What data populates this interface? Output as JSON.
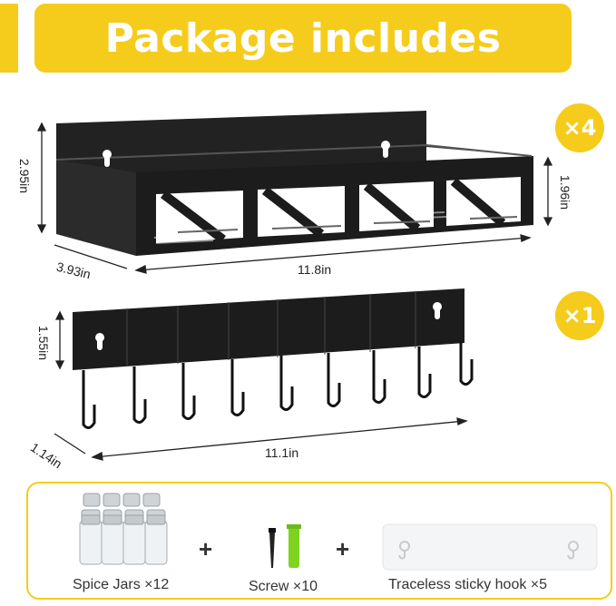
{
  "header": {
    "title": "Package includes"
  },
  "shelf": {
    "quantity": "×4",
    "height": "2.95in",
    "front_height": "1.96in",
    "depth": "3.93in",
    "length": "11.8in"
  },
  "hook_rack": {
    "quantity": "×1",
    "height": "1.55in",
    "depth": "1.14in",
    "length": "11.1in"
  },
  "accessories": {
    "spice_jars": "Spice Jars ×12",
    "screw": "Screw ×10",
    "sticky_hook": "Traceless sticky hook ×5",
    "plus_sign": "+"
  },
  "colors": {
    "accent": "#f5cc1b",
    "metal": "#1c1c1c",
    "anchor": "#7ed321"
  }
}
